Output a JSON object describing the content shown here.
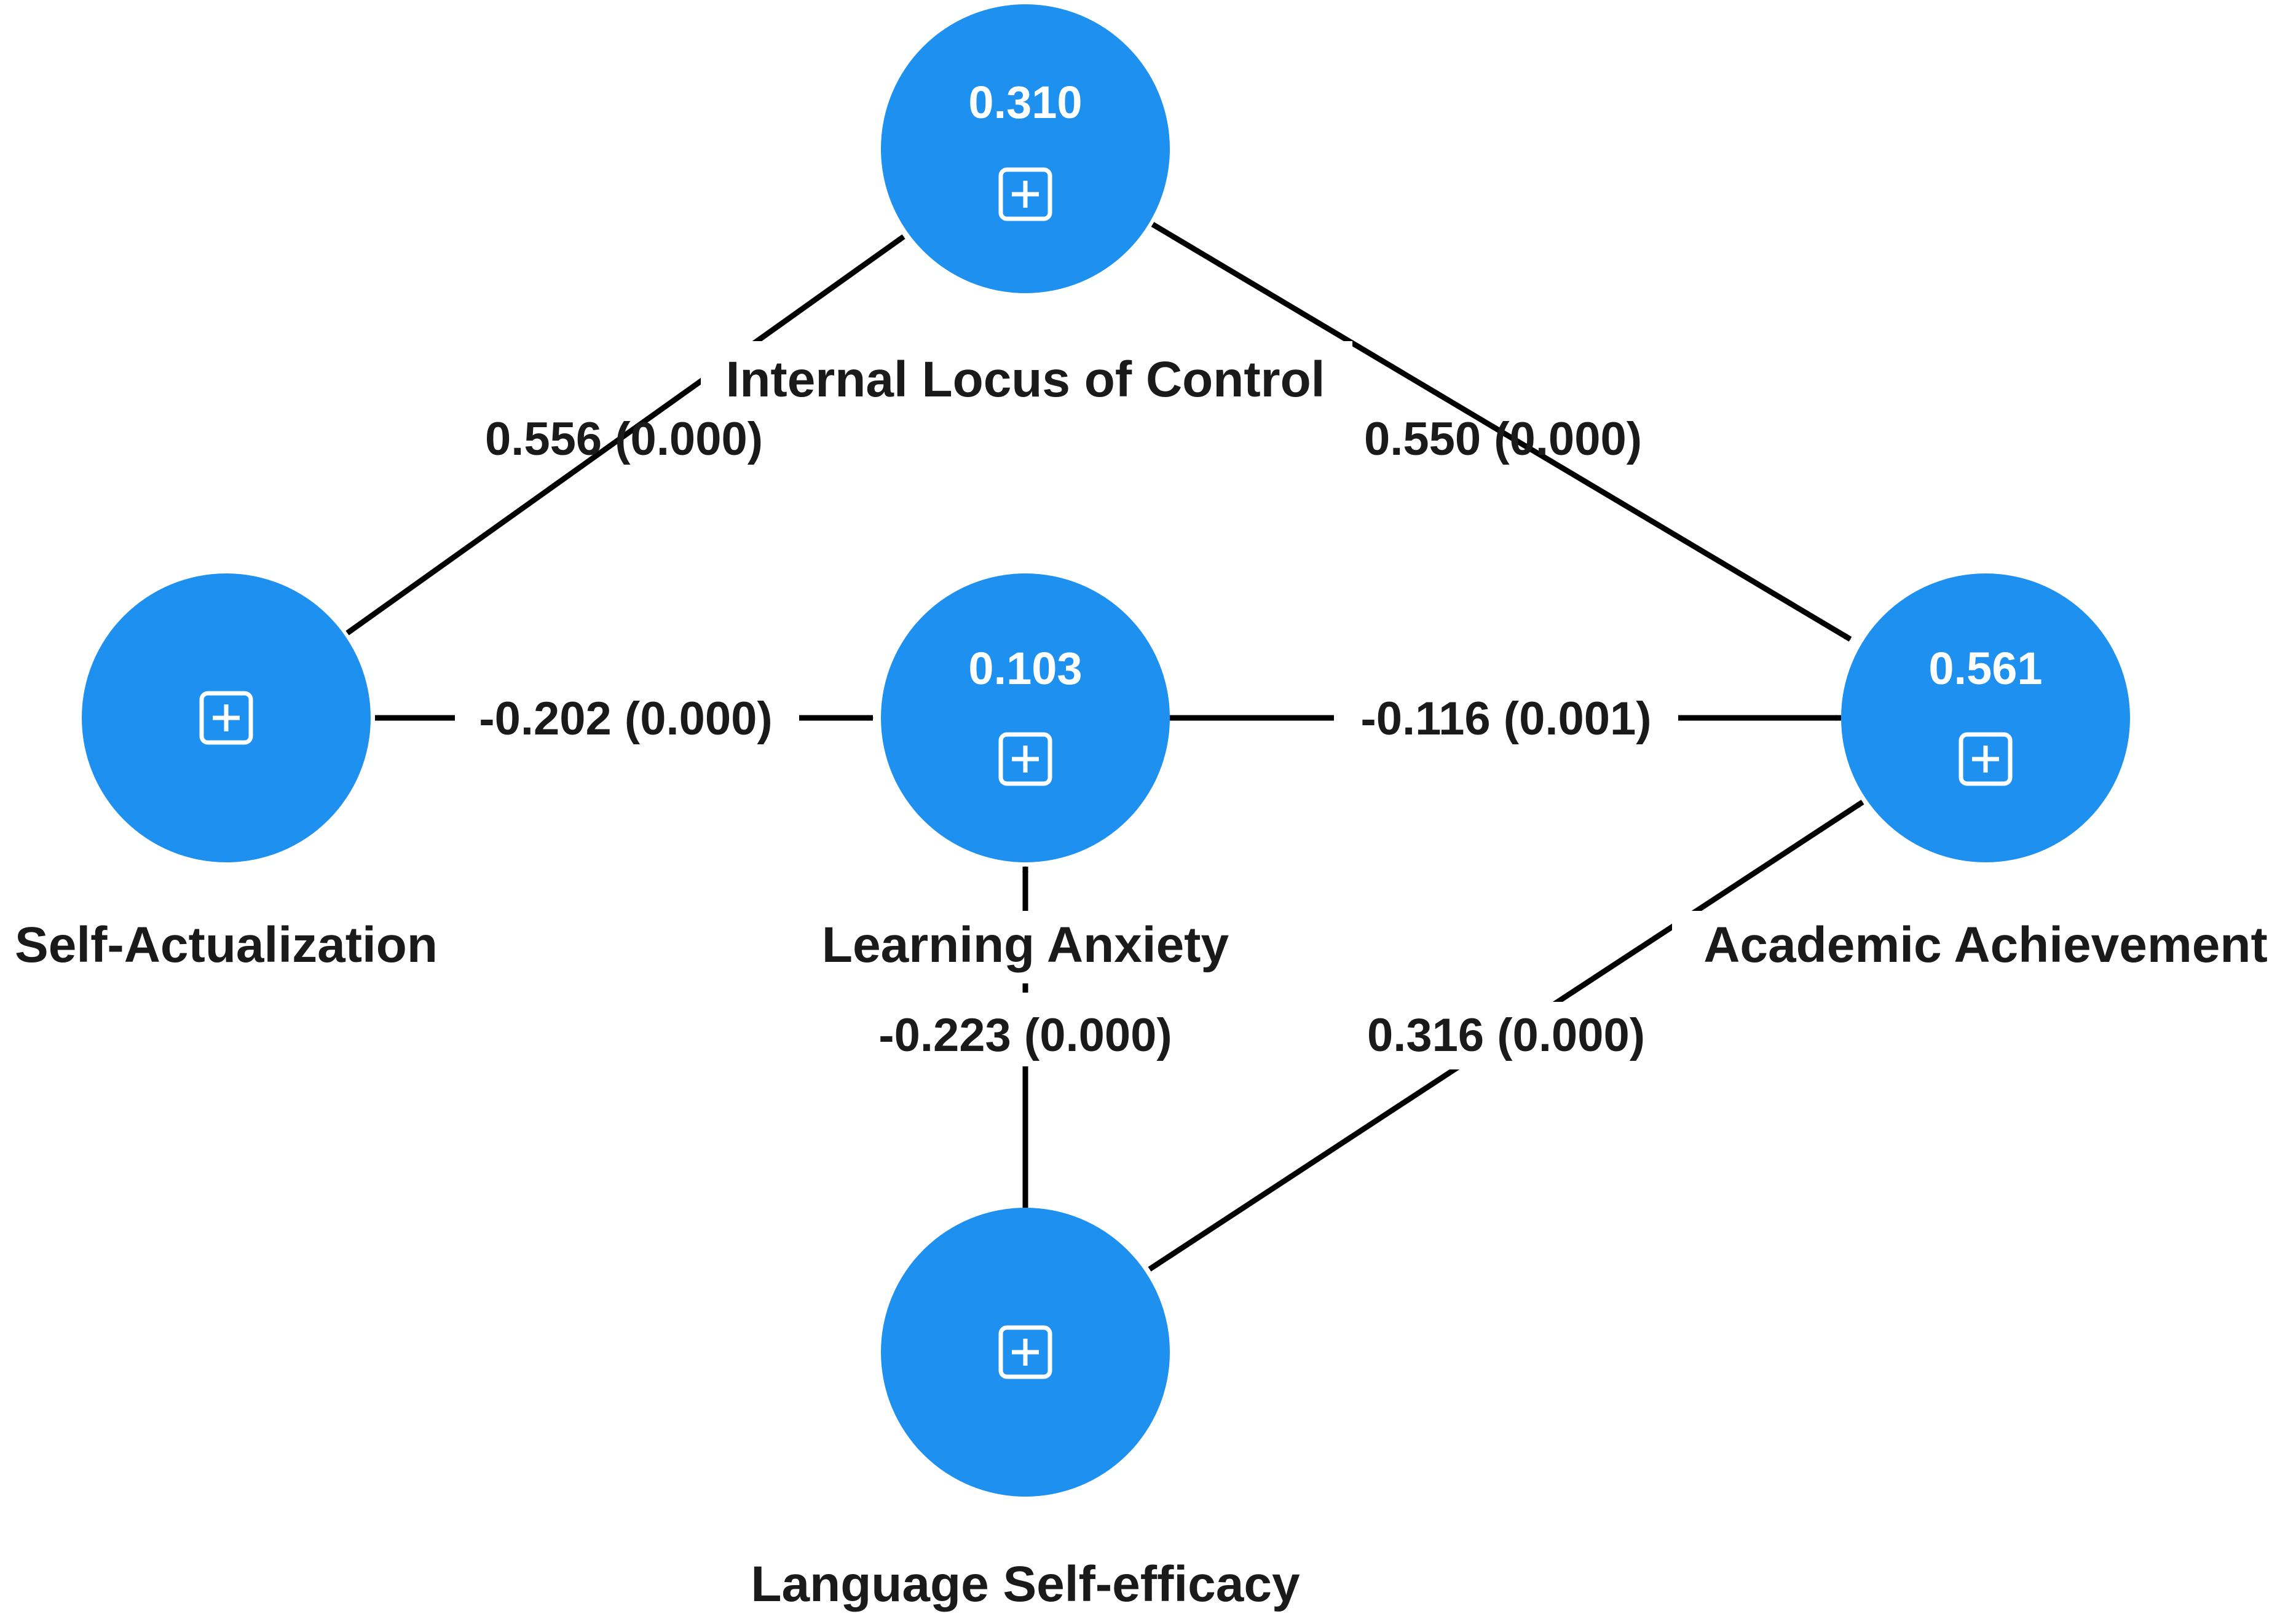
{
  "colors": {
    "node_fill": "#1e90f0",
    "edge": "#000000",
    "text": "#1a1a1a"
  },
  "nodes": [
    {
      "id": "ilc",
      "name": "Internal Locus of Control",
      "r2": "0.310",
      "icon": "expand-icon"
    },
    {
      "id": "sa",
      "name": "Self-Actualization",
      "r2": "",
      "icon": "expand-icon"
    },
    {
      "id": "la",
      "name": "Learning Anxiety",
      "r2": "0.103",
      "icon": "expand-icon"
    },
    {
      "id": "aa",
      "name": "Academic Achievement",
      "r2": "0.561",
      "icon": "expand-icon"
    },
    {
      "id": "lse",
      "name": "Language Self-efficacy",
      "r2": "",
      "icon": "expand-icon"
    }
  ],
  "edges": [
    {
      "from": "sa",
      "to": "ilc",
      "label": "0.556 (0.000)"
    },
    {
      "from": "ilc",
      "to": "aa",
      "label": "0.550 (0.000)"
    },
    {
      "from": "sa",
      "to": "la",
      "label": "-0.202 (0.000)"
    },
    {
      "from": "la",
      "to": "aa",
      "label": "-0.116 (0.001)"
    },
    {
      "from": "lse",
      "to": "la",
      "label": "-0.223 (0.000)"
    },
    {
      "from": "lse",
      "to": "aa",
      "label": "0.316 (0.000)"
    }
  ]
}
